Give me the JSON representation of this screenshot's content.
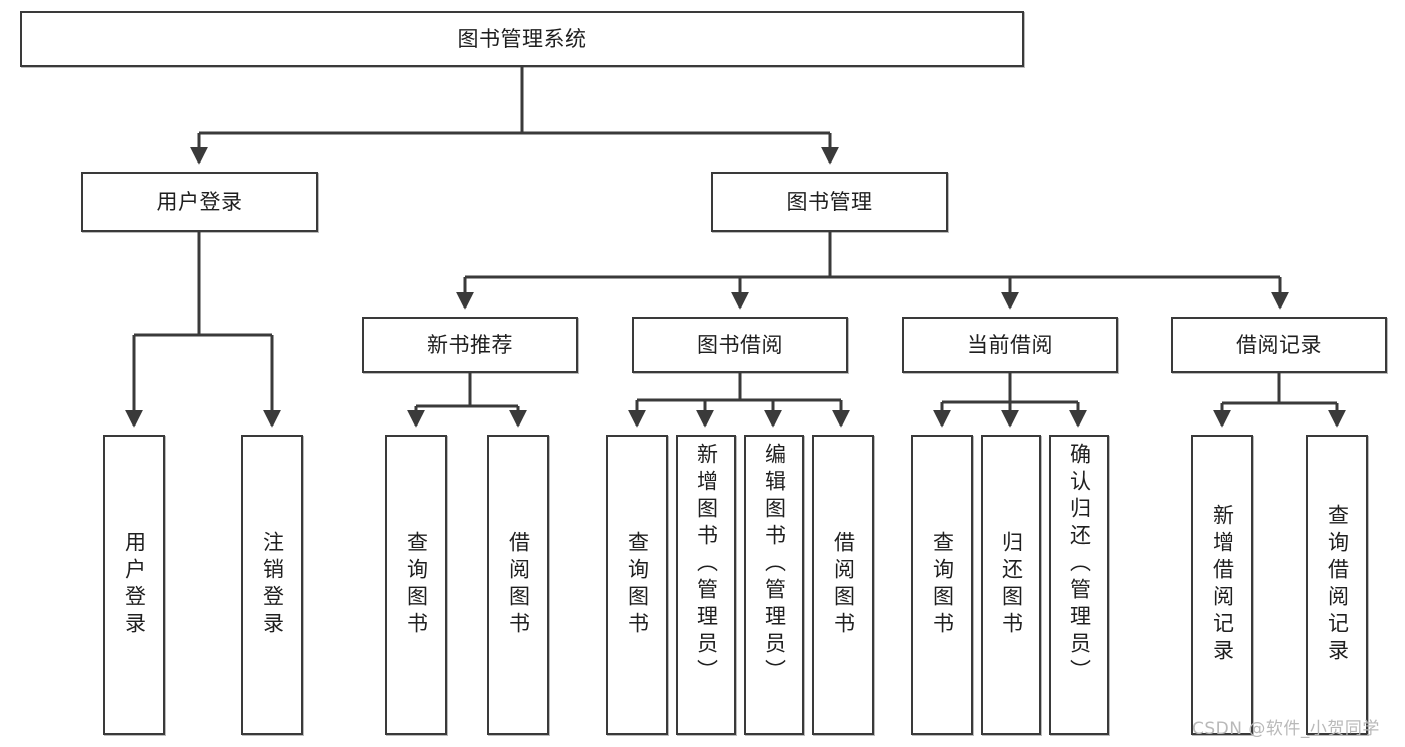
{
  "diagram": {
    "type": "tree",
    "title": "图书管理系统",
    "watermark": "CSDN @软件_小贺同学",
    "colors": {
      "border": "#3a3a3a",
      "background": "#ffffff",
      "text": "#1f1f1f",
      "watermark": "#b9b9b9"
    },
    "nodes": {
      "root": {
        "label": "图书管理系统"
      },
      "level2": [
        {
          "id": "user-login",
          "label": "用户登录"
        },
        {
          "id": "book-manage",
          "label": "图书管理"
        }
      ],
      "level3": [
        {
          "id": "new-book-recommend",
          "label": "新书推荐"
        },
        {
          "id": "book-borrow",
          "label": "图书借阅"
        },
        {
          "id": "current-borrow",
          "label": "当前借阅"
        },
        {
          "id": "borrow-record",
          "label": "借阅记录"
        }
      ],
      "leaves": [
        {
          "id": "leaf-user-login",
          "label": "用户登录",
          "parent": "user-login"
        },
        {
          "id": "leaf-logout-login",
          "label": "注销登录",
          "parent": "user-login"
        },
        {
          "id": "leaf-query-book-1",
          "label": "查询图书",
          "parent": "new-book-recommend"
        },
        {
          "id": "leaf-borrow-book-1",
          "label": "借阅图书",
          "parent": "new-book-recommend"
        },
        {
          "id": "leaf-query-book-2",
          "label": "查询图书",
          "parent": "book-borrow"
        },
        {
          "id": "leaf-add-book",
          "label": "新增图书（管理员）",
          "parent": "book-borrow"
        },
        {
          "id": "leaf-edit-book",
          "label": "编辑图书（管理员）",
          "parent": "book-borrow"
        },
        {
          "id": "leaf-borrow-book-2",
          "label": "借阅图书",
          "parent": "book-borrow"
        },
        {
          "id": "leaf-query-book-3",
          "label": "查询图书",
          "parent": "current-borrow"
        },
        {
          "id": "leaf-return-book",
          "label": "归还图书",
          "parent": "current-borrow"
        },
        {
          "id": "leaf-confirm-return",
          "label": "确认归还（管理员）",
          "parent": "current-borrow"
        },
        {
          "id": "leaf-add-record",
          "label": "新增借阅记录",
          "parent": "borrow-record"
        },
        {
          "id": "leaf-query-record",
          "label": "查询借阅记录",
          "parent": "borrow-record"
        }
      ]
    }
  }
}
